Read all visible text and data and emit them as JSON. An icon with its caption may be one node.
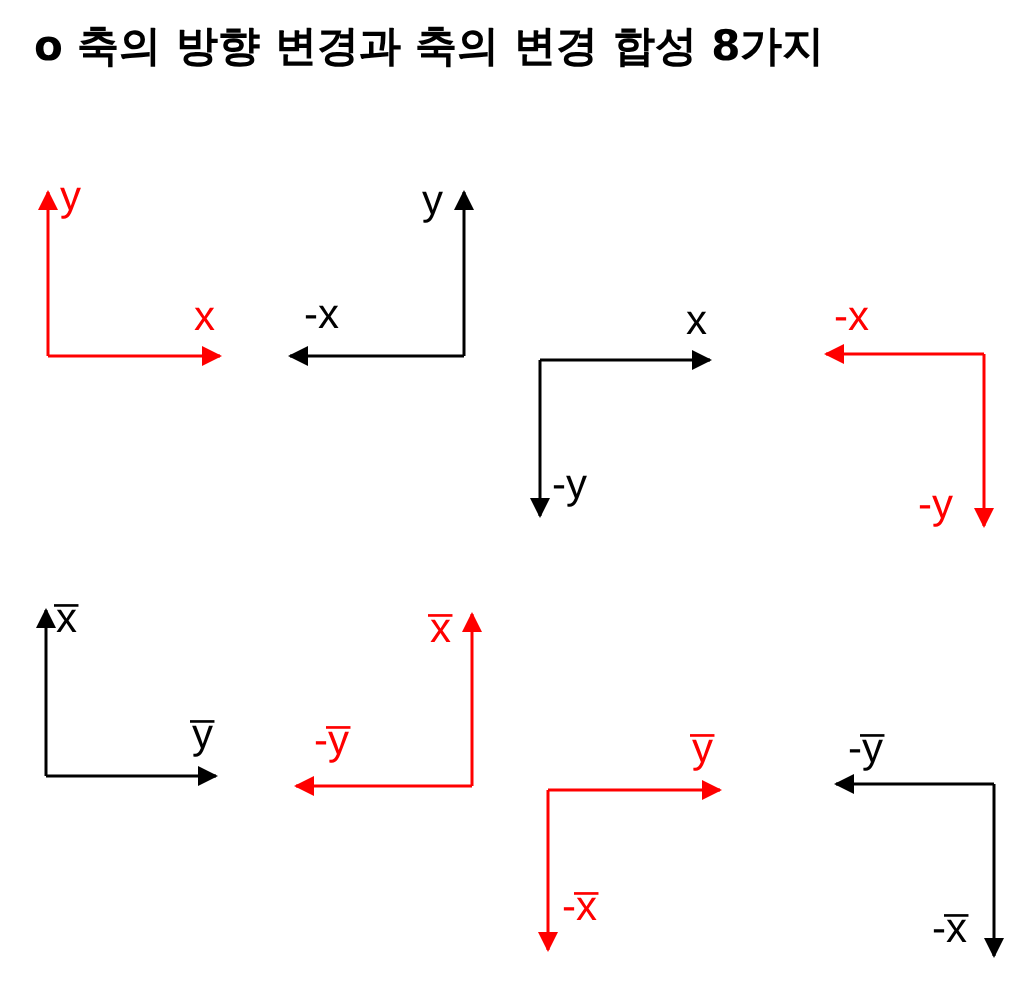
{
  "diagram": {
    "title": "o 축의 방향 변경과 축의 변경 합성 8가지",
    "labels": [
      "y",
      "x",
      "y",
      "-x",
      "x",
      "-y",
      "-x",
      "-y",
      "x̅",
      "y̅",
      "x̅",
      "-y̅",
      "y̅",
      "-x̅",
      "-y̅",
      "-x̅"
    ]
  }
}
